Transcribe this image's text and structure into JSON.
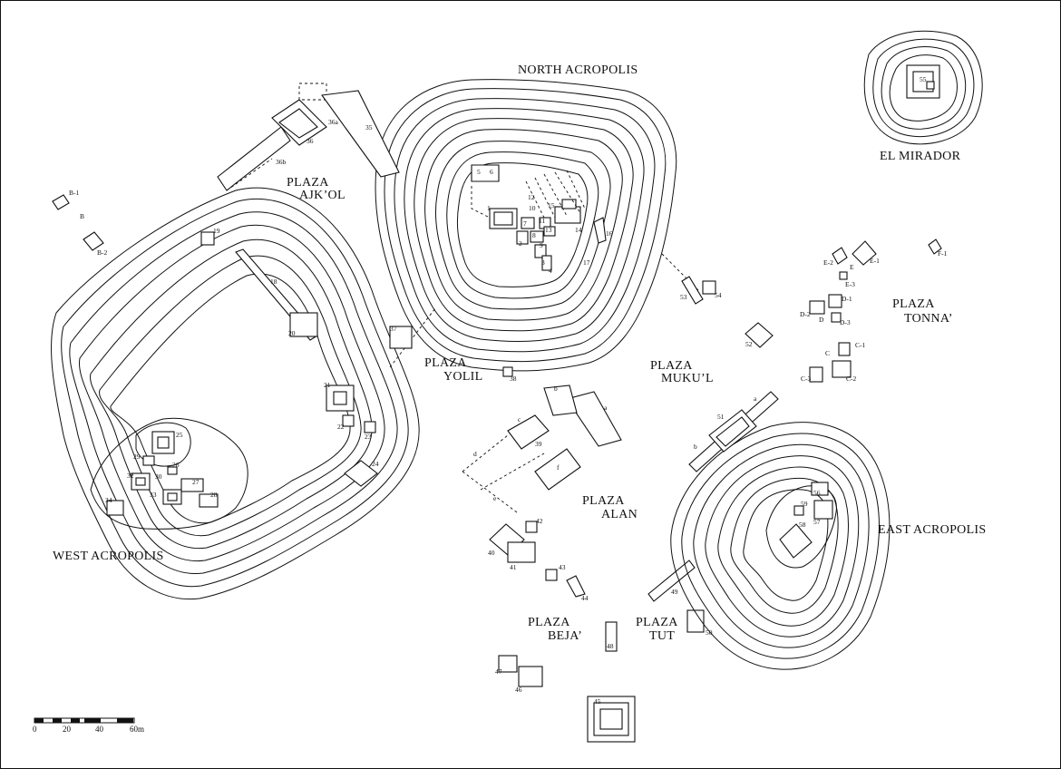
{
  "labels": {
    "north_acropolis": "NORTH ACROPOLIS",
    "west_acropolis": "WEST ACROPOLIS",
    "east_acropolis": "EAST ACROPOLIS",
    "el_mirador": "EL MIRADOR",
    "plaza_ajkol_1": "PLAZA",
    "plaza_ajkol_2": "AJK’OL",
    "plaza_yolil_1": "PLAZA",
    "plaza_yolil_2": "YOLIL",
    "plaza_mukul_1": "PLAZA",
    "plaza_mukul_2": "MUKU’L",
    "plaza_tonna_1": "PLAZA",
    "plaza_tonna_2": "TONNA’",
    "plaza_alan_1": "PLAZA",
    "plaza_alan_2": "ALAN",
    "plaza_beja_1": "PLAZA",
    "plaza_beja_2": "BEJA’",
    "plaza_tut_1": "PLAZA",
    "plaza_tut_2": "TUT"
  },
  "scale": {
    "ticks": [
      "0",
      "20",
      "40",
      "60m"
    ]
  },
  "structures": {
    "s1": "1",
    "s2": "2",
    "s3": "3",
    "s4": "4",
    "s5": "5",
    "s6": "6",
    "s7": "7",
    "s8": "8",
    "s9": "9",
    "s10": "10",
    "s11": "11",
    "s12": "12",
    "s13": "13",
    "s15": "15",
    "s16": "16",
    "s17": "17",
    "s14": "14",
    "s18": "18",
    "s19": "19",
    "s20": "20",
    "s21": "21",
    "s22": "22",
    "s23": "23",
    "s24": "24",
    "s25": "25",
    "s26": "26",
    "s27": "27",
    "s28": "28",
    "s29": "29",
    "s30": "30",
    "s32": "32",
    "s33": "33",
    "s34": "34",
    "s35": "35",
    "s36": "36",
    "s36a": "36a",
    "s36b": "36b",
    "s37": "37",
    "s38": "38",
    "s39": "39",
    "s40": "40",
    "s41": "41",
    "s42": "42",
    "s43": "43",
    "s44": "44",
    "s45": "45",
    "s46": "46",
    "s47": "47",
    "s48": "48",
    "s49": "49",
    "s50": "50",
    "s51": "51",
    "s52": "52",
    "s53": "53",
    "s54": "54",
    "s55": "55",
    "s56": "56",
    "s57": "57",
    "s58": "58",
    "s59": "59",
    "a1": "a",
    "b1": "b",
    "c1": "c",
    "d1": "d",
    "e1": "e",
    "f1": "f",
    "a2": "a",
    "b2": "b",
    "B": "B",
    "B1": "B-1",
    "B2": "B-2",
    "C": "C",
    "C1": "C-1",
    "C2": "C-2",
    "C3": "C-3",
    "D": "D",
    "D1": "D-1",
    "D2": "D-2",
    "D3": "D-3",
    "E": "E",
    "E1": "E-1",
    "E2": "E-2",
    "E3": "E-3",
    "F1": "F-1"
  }
}
